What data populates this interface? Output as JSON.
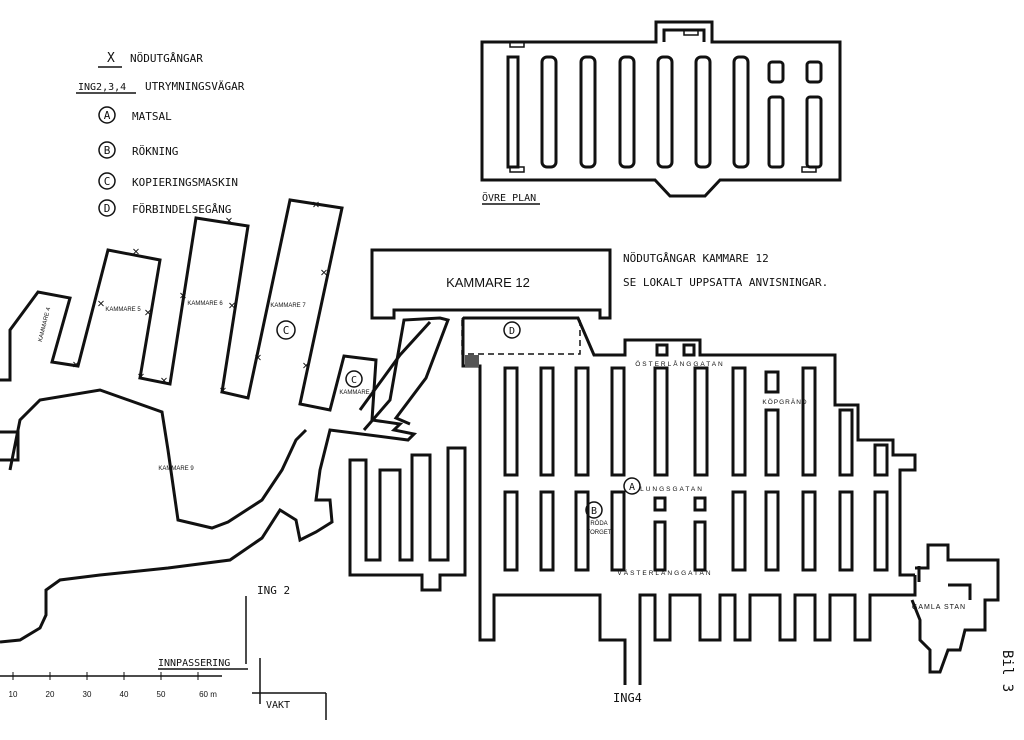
{
  "legend": {
    "items": [
      {
        "symbol": "X",
        "text": "NÖDUTGÅNGAR"
      },
      {
        "symbol": "ING2,3,4",
        "text": "UTRYMNINGSVÄGAR"
      },
      {
        "symbol": "A",
        "text": "MATSAL"
      },
      {
        "symbol": "B",
        "text": "RÖKNING"
      },
      {
        "symbol": "C",
        "text": "KOPIERINGSMASKIN"
      },
      {
        "symbol": "D",
        "text": "FÖRBINDELSEGÅNG"
      }
    ]
  },
  "upper_plan_label": "ÖVRE PLAN",
  "note": {
    "line1": "NÖDUTGÅNGAR KAMMARE 12",
    "line2": "SE LOKALT UPPSATTA ANVISNINGAR."
  },
  "rooms": {
    "k12": "KAMMARE 12",
    "k4": "KAMMARE 4",
    "k5": "KAMMARE 5",
    "k6": "KAMMARE 6",
    "k7": "KAMMARE 7",
    "k8": "KAMMARE 8",
    "k9": "KAMMARE 9"
  },
  "streets": {
    "oster": "ÖSTERLÅNGGATAN",
    "kopgr": "KÖPGRÄND",
    "lungs": "LUNGSGATAN",
    "vaster": "VÄSTERLÅNGGATAN",
    "roda_1": "RÖDA",
    "roda_2": "TORGET",
    "gamla": "GAMLA STAN"
  },
  "markers": {
    "A": "A",
    "B": "B",
    "C": "C",
    "C2": "C",
    "D": "D"
  },
  "exits": {
    "ing2": "ING 2",
    "ing4": "ING4"
  },
  "entrance": {
    "innpassering": "INNPASSERING",
    "vakt": "VAKT"
  },
  "scale": {
    "ticks": [
      "10",
      "20",
      "30",
      "40",
      "50",
      "60 m"
    ]
  },
  "sheet_label": "Bil 3"
}
